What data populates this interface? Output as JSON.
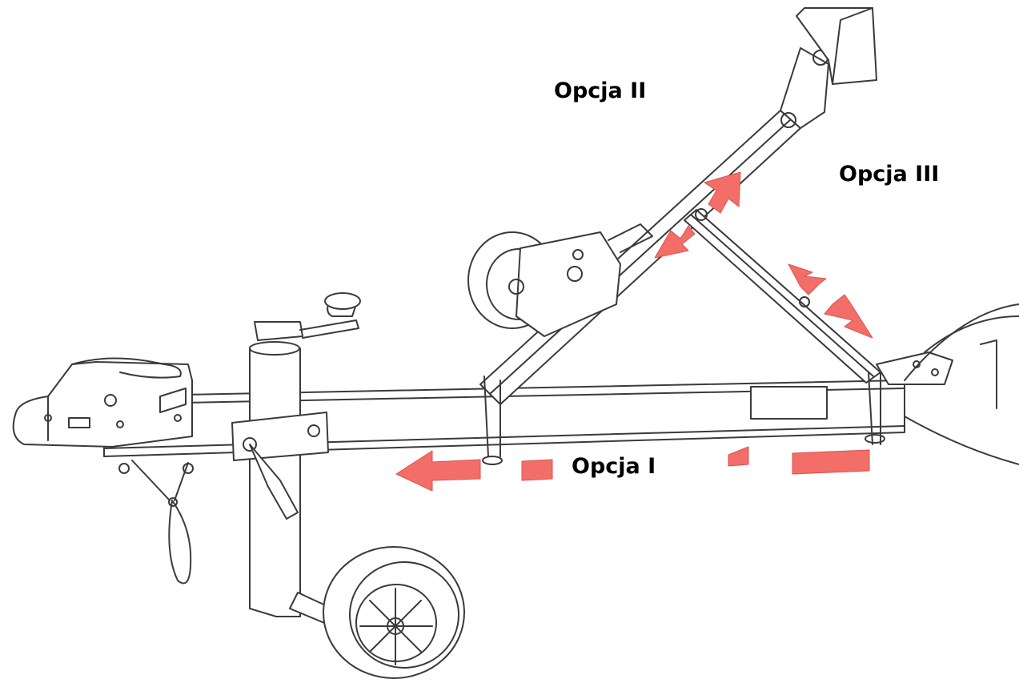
{
  "labels": {
    "option_1": "Opcja I",
    "option_2": "Opcja II",
    "option_3": "Opcja III"
  },
  "colors": {
    "arrow": "#f46e69",
    "line": "#3a3a3a",
    "background": "#ffffff"
  }
}
